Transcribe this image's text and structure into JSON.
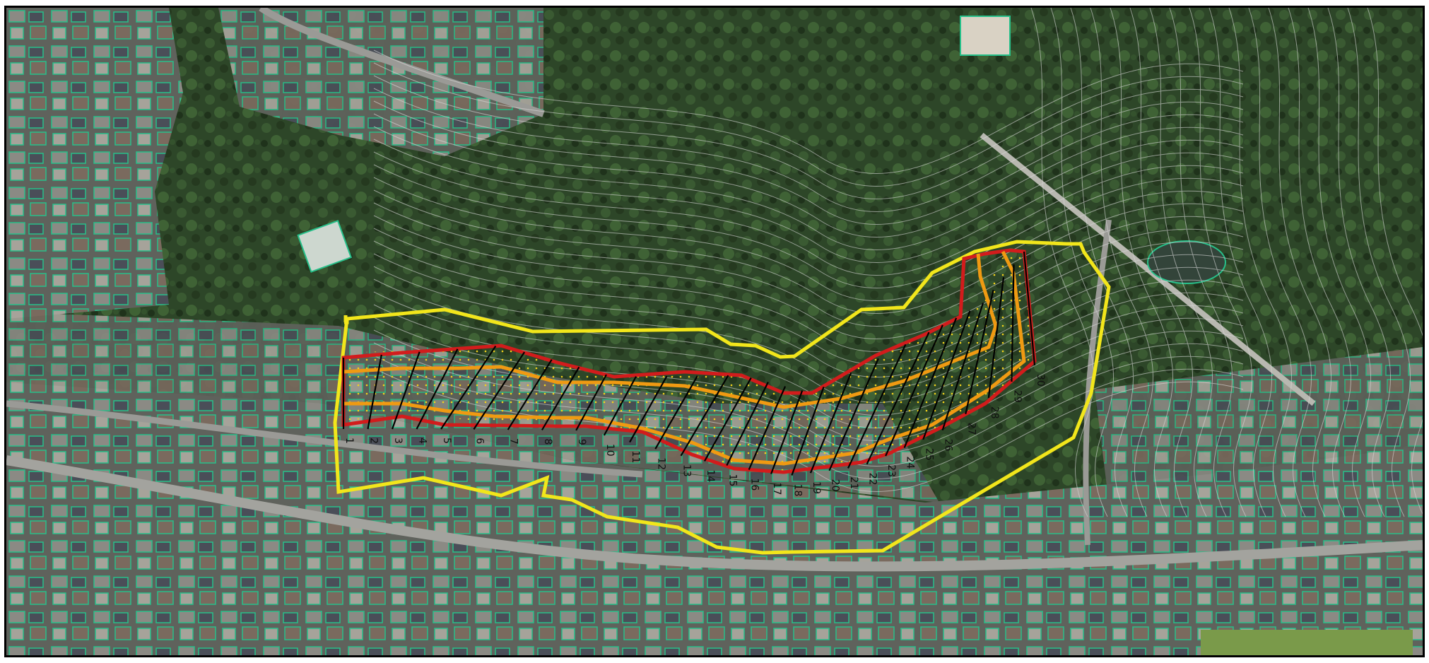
{
  "map": {
    "colors": {
      "forest": "#2e4a2a",
      "urban": "#6f6f6a",
      "road": "#9a9a96",
      "contour": "#d8d8d8",
      "building_outline": "#27c08a",
      "outer_boundary": "#f2e61b",
      "red_boundary": "#d21c1c",
      "orange_boundary": "#f09a12",
      "section_line": "#000000",
      "grid_dot": "#f2d21b"
    },
    "section_labels": [
      "1",
      "2",
      "3",
      "4",
      "5",
      "6",
      "7",
      "8",
      "9",
      "10",
      "11",
      "12",
      "13",
      "14",
      "15",
      "16",
      "17",
      "18",
      "19",
      "20",
      "21",
      "22",
      "23",
      "24",
      "25",
      "26",
      "27",
      "28",
      "29",
      "30"
    ]
  }
}
